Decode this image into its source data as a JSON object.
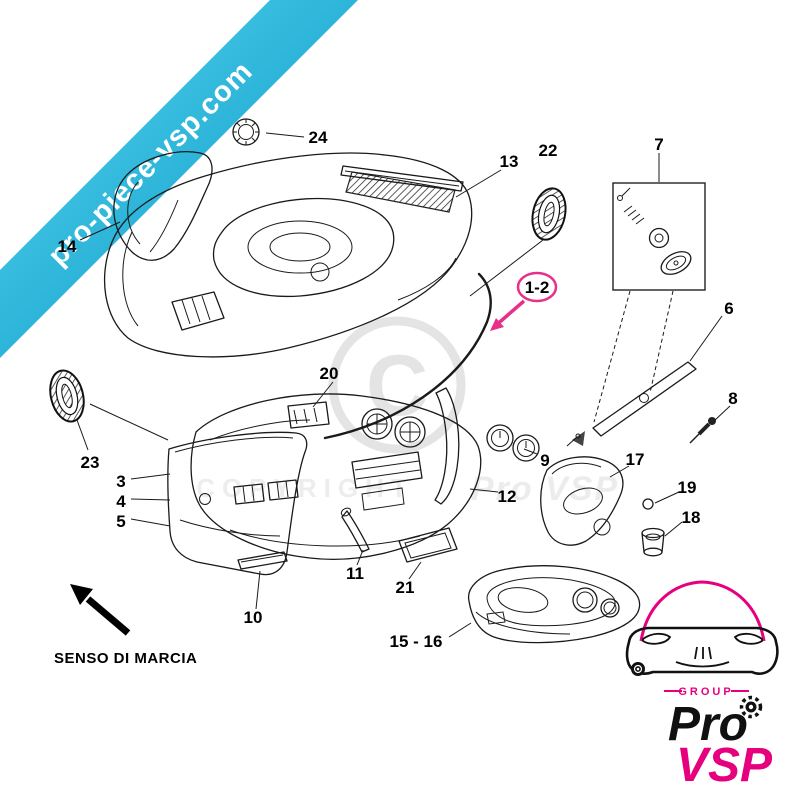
{
  "ribbon": {
    "text": "pro-piece-vsp.com"
  },
  "watermark": {
    "symbol": "C",
    "word1": "COPYRIGHT",
    "word2": "Pro VSP"
  },
  "diagram": {
    "labels": {
      "p1_2": "1-2",
      "p3": "3",
      "p4": "4",
      "p5": "5",
      "p6": "6",
      "p7": "7",
      "p8": "8",
      "p9": "9",
      "p10": "10",
      "p11": "11",
      "p12": "12",
      "p13": "13",
      "p14": "14",
      "p15_16": "15 - 16",
      "p17": "17",
      "p18": "18",
      "p19": "19",
      "p20": "20",
      "p21": "21",
      "p22": "22",
      "p23": "23",
      "p24": "24"
    },
    "direction_label": "SENSO DI MARCIA"
  },
  "logo": {
    "group": "GROUP",
    "brand_top": "Pro",
    "brand_bottom": "VSP"
  },
  "colors": {
    "ribbon_cyan_light": "#4fd4ee",
    "ribbon_cyan_dark": "#0b95c4",
    "callout_pink": "#e8308a",
    "logo_pink": "#e6007e",
    "line": "#1a1a1a"
  }
}
